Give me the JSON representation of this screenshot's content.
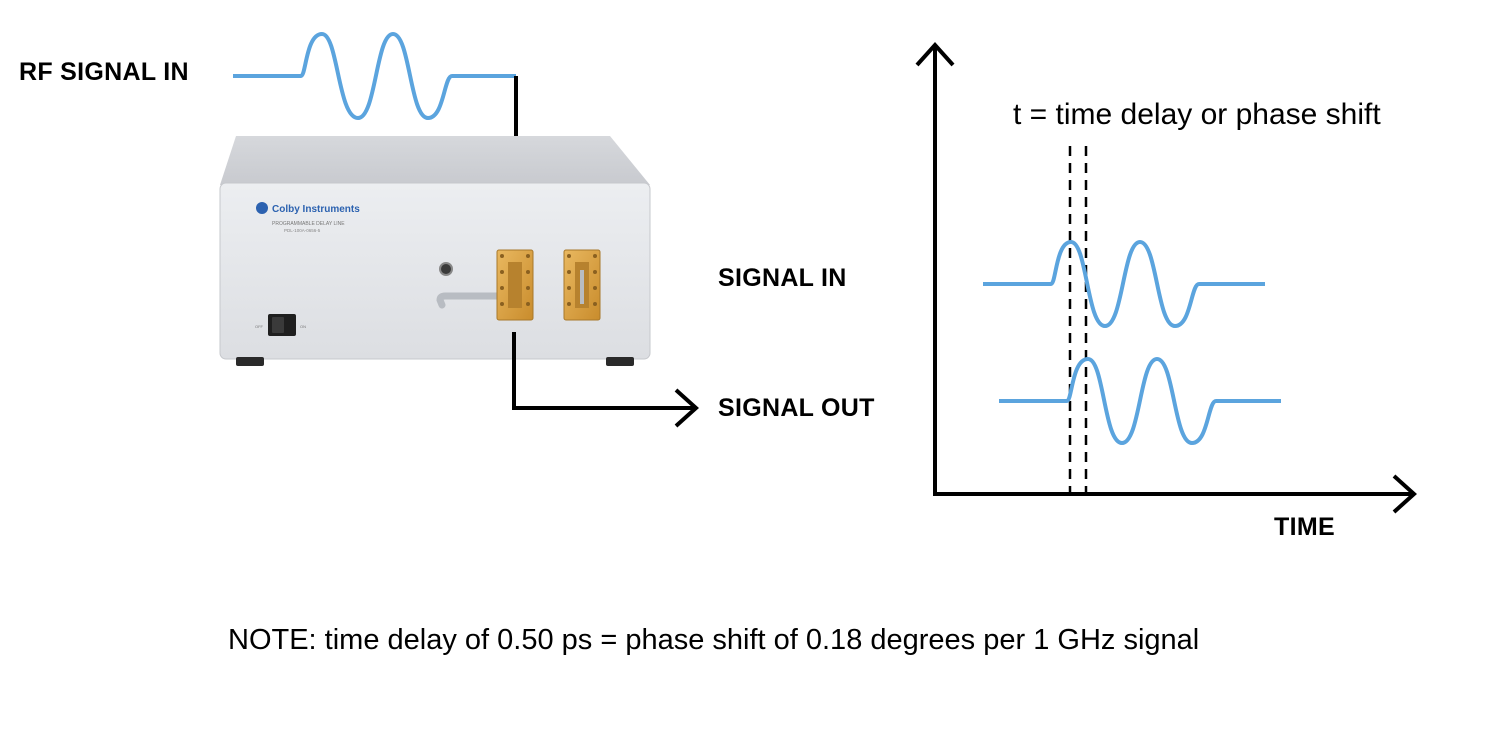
{
  "labels": {
    "rf_signal_in": "RF SIGNAL IN",
    "signal_in": "SIGNAL IN",
    "signal_out": "SIGNAL OUT",
    "time_axis": "TIME",
    "delay_formula": "t = time delay or phase shift"
  },
  "device": {
    "brand": "Colby Instruments",
    "product": "PROGRAMMABLE DELAY LINE",
    "model": "PDL-100A-0656-5",
    "switch_off": "OFF",
    "switch_on": "ON"
  },
  "note": "NOTE: time delay of 0.50 ps = phase shift of 0.18 degrees per 1 GHz signal",
  "colors": {
    "waveform": "#5ba4de",
    "arrows": "#000000",
    "panel": "#e6e7ea",
    "connector": "#d9a23f"
  }
}
